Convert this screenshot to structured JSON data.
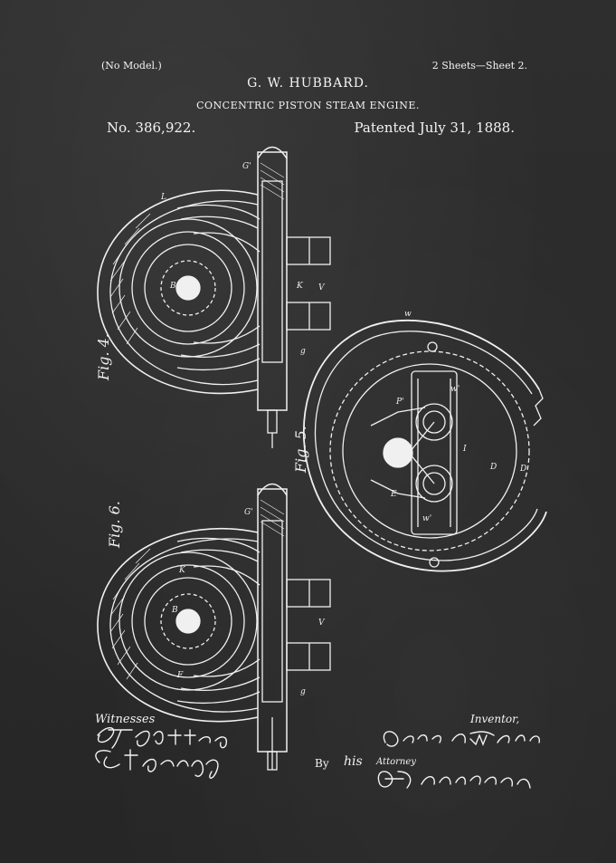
{
  "header": {
    "no_model": "(No Model.)",
    "sheets": "2 Sheets—Sheet 2.",
    "inventor_name": "G. W. HUBBARD.",
    "title": "CONCENTRIC PISTON STEAM ENGINE.",
    "patent_number": "No. 386,922.",
    "patented_date": "Patented July 31, 1888."
  },
  "figures": {
    "fig4": "Fig. 4.",
    "fig5": "Fig. 5.",
    "fig6": "Fig. 6."
  },
  "footer": {
    "witnesses_label": "Witnesses",
    "inventor_label": "Inventor,",
    "by_label": "By",
    "his_label": "his",
    "attorney_label": "Attorney",
    "witness_signature_1": "E. J. Nottingham.",
    "witness_signature_2": "G. F. Downing",
    "inventor_signature": "George W. Hubbard.",
    "attorney_signature": "H. A. Seymour."
  },
  "colors": {
    "chalkboard": "#2a2a2a",
    "chalk": "#f2f2f2"
  }
}
